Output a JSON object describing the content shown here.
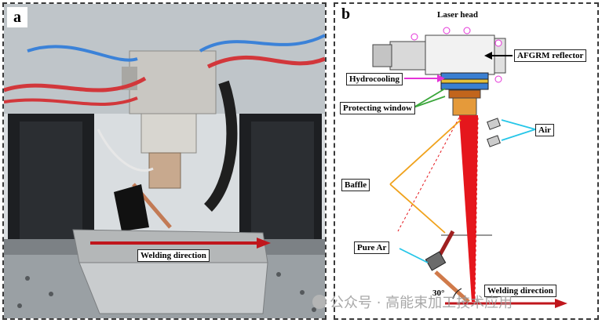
{
  "panel_a": {
    "letter": "a",
    "welding_direction": "Welding direction"
  },
  "panel_b": {
    "letter": "b",
    "labels": {
      "laser_head": "Laser head",
      "afgrm_reflector": "AFGRM reflector",
      "hydrocooling": "Hydrocooling",
      "protecting_window": "Protecting window",
      "air": "Air",
      "baffle": "Baffle",
      "pure_ar": "Pure Ar",
      "angle": "30°",
      "welding_direction": "Welding direction"
    }
  },
  "watermark": {
    "text": "公众号 · 高能束加工技术应用"
  },
  "colors": {
    "laser_beam": "#e5161c",
    "pointer_orange": "#f0a21c",
    "pointer_cyan": "#26c6e8",
    "pointer_magenta": "#e433d8",
    "pointer_green": "#3aa63a",
    "direction_arrow": "#c0161c"
  }
}
